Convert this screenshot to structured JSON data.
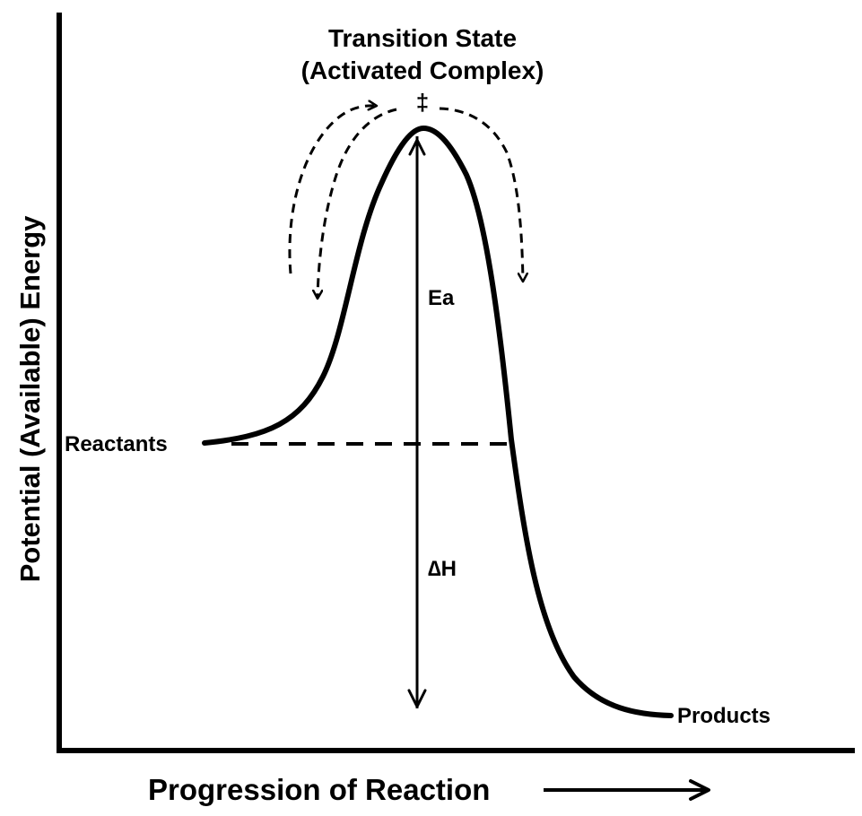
{
  "title": {
    "line1": "Transition State",
    "line2": "(Activated Complex)",
    "symbol": "‡"
  },
  "labels": {
    "reactants": "Reactants",
    "products": "Products",
    "activation_energy": "Ea",
    "enthalpy_change": "∆H"
  },
  "axes": {
    "y_label": "Potential (Available) Energy",
    "x_label": "Progression of Reaction"
  },
  "colors": {
    "ink": "#000000",
    "background": "#ffffff"
  }
}
